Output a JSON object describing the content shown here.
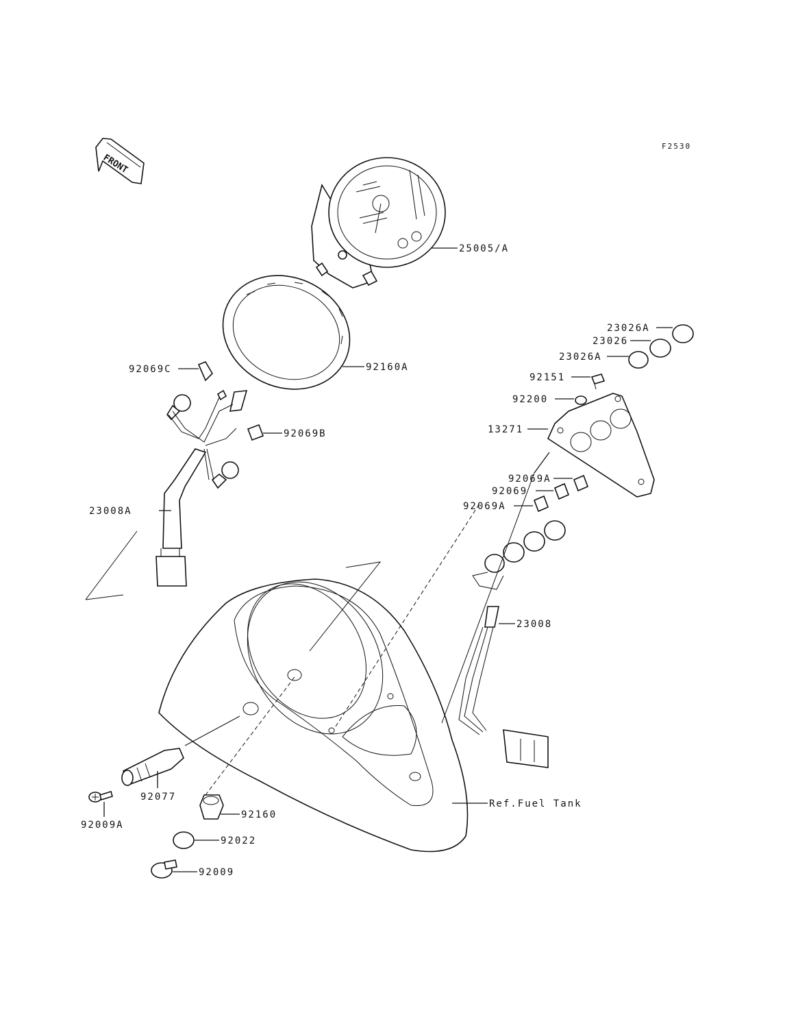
{
  "figure_code": "F2530",
  "front_label": "FRONT",
  "callouts": {
    "speedometer": "25005/A",
    "meter_ring": "92160A",
    "bulb_c": "92069C",
    "bulb_b": "92069B",
    "harness_a": "23008A",
    "cap_a_top": "23026A",
    "cap": "23026",
    "cap_a_bottom": "23026A",
    "bolt_92151": "92151",
    "washer_92200": "92200",
    "bracket": "13271",
    "bulb_a_top": "92069A",
    "bulb": "92069",
    "bulb_a_bottom": "92069A",
    "harness": "23008",
    "ref_fuel_tank": "Ref.Fuel Tank",
    "knob": "92077",
    "screw_a": "92009A",
    "damper": "92160",
    "collar": "92022",
    "bolt": "92009"
  }
}
